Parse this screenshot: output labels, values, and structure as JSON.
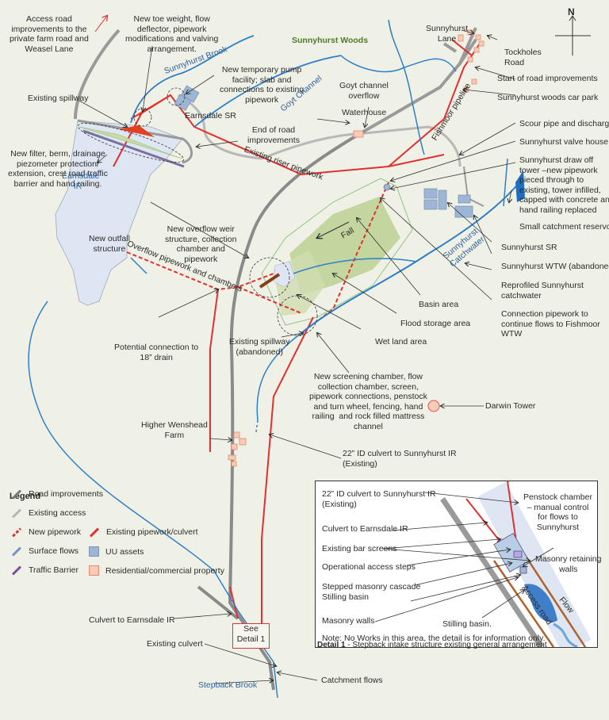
{
  "map": {
    "north_label": "N",
    "places": {
      "sunnyhurst_woods": "Sunnyhurst Woods",
      "sunnyhurst_brook": "Sunnyhurst Brook",
      "goyt_channel": "Goyt Channel",
      "earnsdale_ir": "Earnsdale IR",
      "earnsdale_sr": "Earnsdale SR",
      "fishmoor_pipeline": "Fishmoor pipeline",
      "existing_riser": "Existing riser pipework",
      "overflow_pipework": "Overflow pipework and chambers",
      "sunnyhurst_catchwater": "Sunnyhurst Catchwater",
      "fall": "Fall",
      "stepback_brook": "Stepback Brook",
      "access_road": "Access road",
      "flow": "Flow"
    },
    "annotations": [
      {
        "id": "access-road",
        "text": "Access road\nimprovements to the\nprivate farm road and\nWeasel Lane"
      },
      {
        "id": "toe-weight",
        "text": "New toe weight, flow\ndeflector, pipework\nmodifications and valving\narrangement."
      },
      {
        "id": "temp-pump",
        "text": "New temporary pump\nfacility; slab and\nconnections to existing\npipework"
      },
      {
        "id": "existing-spillway",
        "text": "Existing spillway"
      },
      {
        "id": "new-filter",
        "text": "New filter, berm, drainage\npiezometer protection/\nextension, crest road traffic\nbarrier and hand railing."
      },
      {
        "id": "end-road",
        "text": "End of road\nimprovements"
      },
      {
        "id": "waterhouse",
        "text": "Waterhouse"
      },
      {
        "id": "goyt-overflow",
        "text": "Goyt channel\noverflow"
      },
      {
        "id": "sunnyhurst-lane",
        "text": "Sunnyhurst\nLane"
      },
      {
        "id": "tockholes-road",
        "text": "Tockholes\nRoad"
      },
      {
        "id": "start-road",
        "text": "Start of road improvements"
      },
      {
        "id": "car-park",
        "text": "Sunnyhurst woods car park"
      },
      {
        "id": "scour-pipe",
        "text": "Scour pipe and discharge"
      },
      {
        "id": "valve-house",
        "text": "Sunnyhurst valve house"
      },
      {
        "id": "draw-off",
        "text": "Sunnyhurst draw off\ntower –new pipework\npieced through to\nexisting, tower infilled,\ncapped with concrete and\nhand railing replaced"
      },
      {
        "id": "small-reservoir",
        "text": "Small catchment reservoir"
      },
      {
        "id": "sunnyhurst-sr",
        "text": "Sunnyhurst SR"
      },
      {
        "id": "sunnyhurst-wtw",
        "text": "Sunnyhurst WTW (abandoned)"
      },
      {
        "id": "reprofiled",
        "text": "Reprofiled Sunnyhurst\ncatchwater"
      },
      {
        "id": "connection-pipework",
        "text": "Connection pipework to\ncontinue flows to Fishmoor\nWTW"
      },
      {
        "id": "basin-area",
        "text": "Basin area"
      },
      {
        "id": "flood-storage",
        "text": "Flood storage area"
      },
      {
        "id": "wet-land",
        "text": "Wet land area"
      },
      {
        "id": "new-outfall",
        "text": "New outfall\nstructure"
      },
      {
        "id": "overflow-weir",
        "text": "New overflow weir\nstructure, collection\nchamber and\npipework"
      },
      {
        "id": "potential-connection",
        "text": "Potential connection to\n18” drain"
      },
      {
        "id": "spillway-abandoned",
        "text": "Existing spillway\n(abandoned)"
      },
      {
        "id": "screening-chamber",
        "text": "New screening chamber, flow\ncollection chamber, screen,\npipework connections, penstock\nand turn wheel, fencing, hand\nrailing  and rock filled mattress\nchannel"
      },
      {
        "id": "darwin-tower",
        "text": "Darwin Tower"
      },
      {
        "id": "higher-wenshead",
        "text": "Higher Wenshead\nFarm"
      },
      {
        "id": "culvert-22",
        "text": "22” ID culvert to Sunnyhurst IR\n(Existing)"
      },
      {
        "id": "culvert-earnsdale",
        "text": "Culvert to Earnsdale IR"
      },
      {
        "id": "existing-culvert",
        "text": "Existing culvert"
      },
      {
        "id": "catchment-flows",
        "text": "Catchment flows"
      }
    ],
    "see_detail": "See\nDetail 1"
  },
  "legend": {
    "title": "Legend",
    "items": [
      {
        "label": "Road improvements",
        "type": "line",
        "color": "#7a7a7a"
      },
      {
        "label": "Existing access",
        "type": "line",
        "color": "#b5b5b5"
      },
      {
        "label": "New pipework",
        "type": "dashed-line",
        "color": "#e03030"
      },
      {
        "label": "Existing pipework/culvert",
        "type": "line",
        "color": "#e03030"
      },
      {
        "label": "Surface flows",
        "type": "line",
        "color": "#2f7fc8"
      },
      {
        "label": "UU assets",
        "type": "box",
        "color": "#9db6d6"
      },
      {
        "label": "Traffic Barrier",
        "type": "line",
        "color": "#7b4f9e"
      },
      {
        "label": "Residential/commercial property",
        "type": "box",
        "color": "#f7cbb6"
      }
    ]
  },
  "detail": {
    "caption_bold": "Detail 1",
    "caption_rest": " - Stepback intake structure existing general arrangement",
    "labels": [
      "22” ID culvert to Sunnyhurst IR\n(Existing)",
      "Culvert to Earnsdale IR",
      "Existing bar screens",
      "Operational access steps",
      "Stepped masonry cascade\nStilling basin",
      "Masonry walls",
      "Stilling basin.",
      "Penstock chamber\n– manual control\nfor flows to\nSunnyhurst",
      "Masonry retaining\nwalls"
    ],
    "note": "Note: No Works in this area, the detail is for information only."
  },
  "colors": {
    "background": "#f0f1e6",
    "road": "#8a8a8a",
    "existing_access": "#b8b8b8",
    "pipe": "#e03030",
    "water": "#2f7fc8",
    "reservoir": "#dde6f2",
    "basin": "#b9cf8e",
    "uu_asset": "#9db6d6",
    "property": "#f7cbb6"
  }
}
